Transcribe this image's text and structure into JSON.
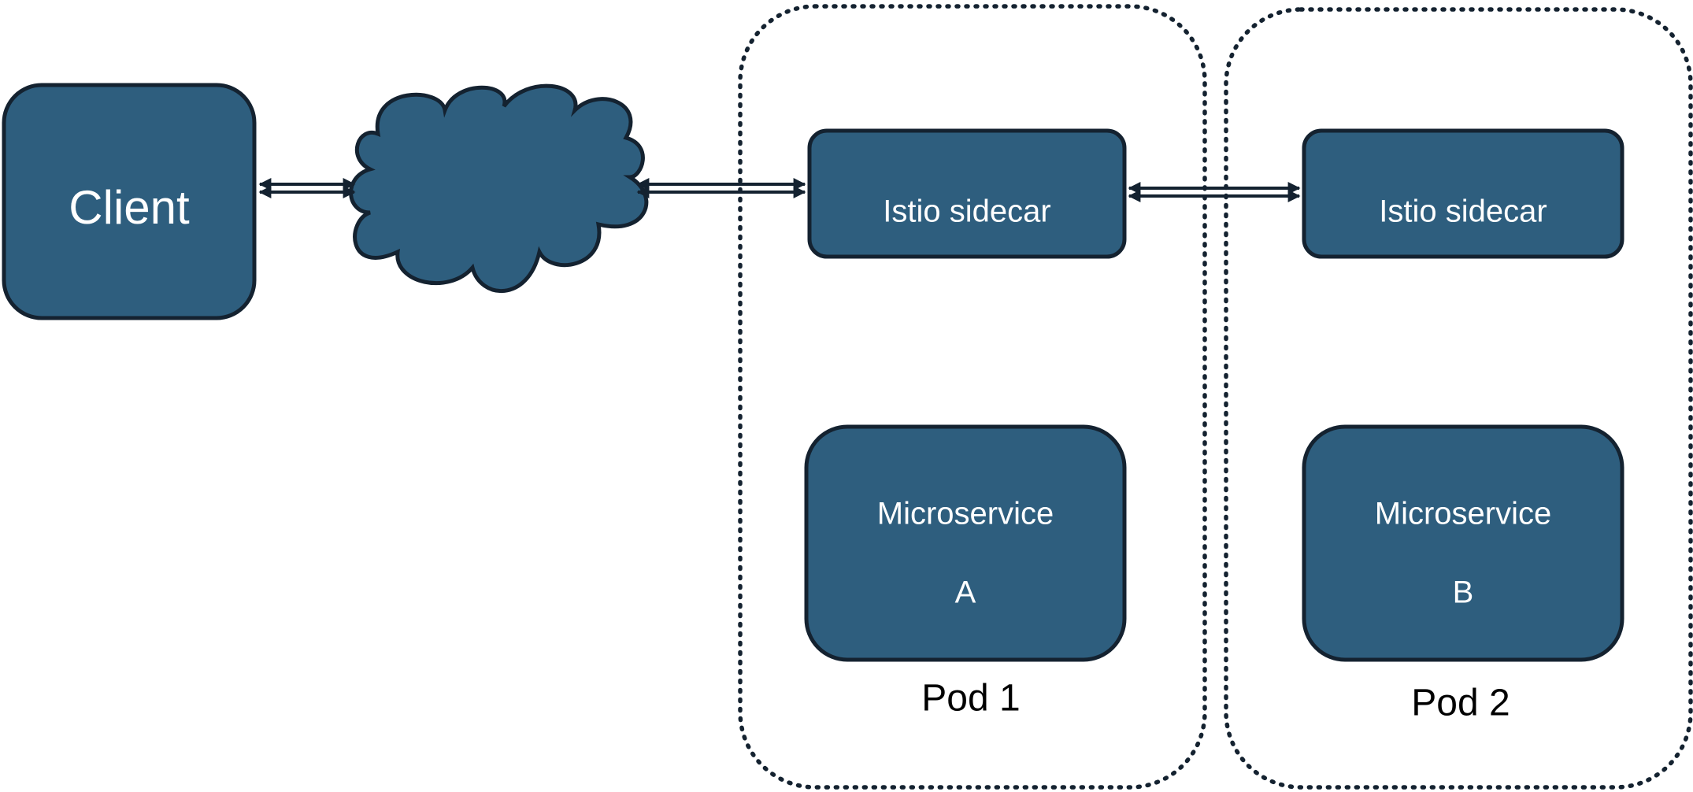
{
  "colors": {
    "node_fill": "#2e5e7e",
    "node_stroke": "#142230",
    "pod_border": "#142230",
    "background": "#ffffff",
    "node_text": "#ffffff",
    "label_text": "#000000"
  },
  "client": {
    "label": "Client"
  },
  "network": {
    "icon": "cloud-icon"
  },
  "pods": [
    {
      "label": "Pod 1",
      "sidecar_label": "Istio sidecar",
      "service_line1": "Microservice",
      "service_line2": "A"
    },
    {
      "label": "Pod 2",
      "sidecar_label": "Istio sidecar",
      "service_line1": "Microservice",
      "service_line2": "B"
    }
  ],
  "connections": [
    {
      "from": "Client",
      "to": "cloud",
      "direction": "bidirectional"
    },
    {
      "from": "cloud",
      "to": "Pod 1 Istio sidecar",
      "direction": "bidirectional"
    },
    {
      "from": "Pod 1 Istio sidecar",
      "to": "Pod 2 Istio sidecar",
      "direction": "bidirectional"
    }
  ]
}
